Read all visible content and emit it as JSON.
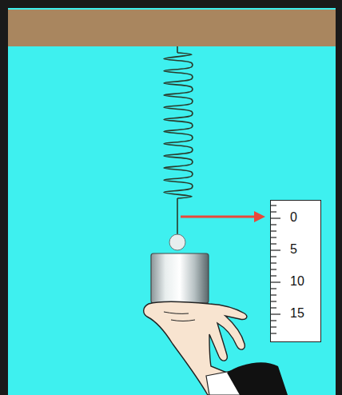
{
  "diagram": {
    "nodes": [
      {
        "text": [
          "0",
          "5",
          "10",
          "15"
        ]
      }
    ]
  }
}
